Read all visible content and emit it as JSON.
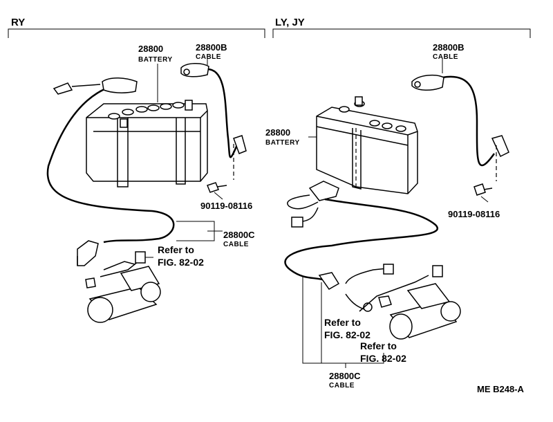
{
  "sections": {
    "left": {
      "title": "RY"
    },
    "right": {
      "title": "LY, JY"
    }
  },
  "left": {
    "battery_num": "28800",
    "battery_name": "BATTERY",
    "cable_b_num": "28800B",
    "cable_b_name": "CABLE",
    "bolt": "90119-08116",
    "cable_c_num": "28800C",
    "cable_c_name": "CABLE",
    "refer_1": "Refer to",
    "refer_2": "FIG. 82-02"
  },
  "right": {
    "battery_num": "28800",
    "battery_name": "BATTERY",
    "cable_b_num": "28800B",
    "cable_b_name": "CABLE",
    "bolt": "90119-08116",
    "refer_a1": "Refer to",
    "refer_a2": "FIG. 82-02",
    "refer_b1": "Refer to",
    "refer_b2": "FIG. 82-02",
    "cable_c_num": "28800C",
    "cable_c_name": "CABLE"
  },
  "footer": {
    "code": "ME  B248-A"
  }
}
